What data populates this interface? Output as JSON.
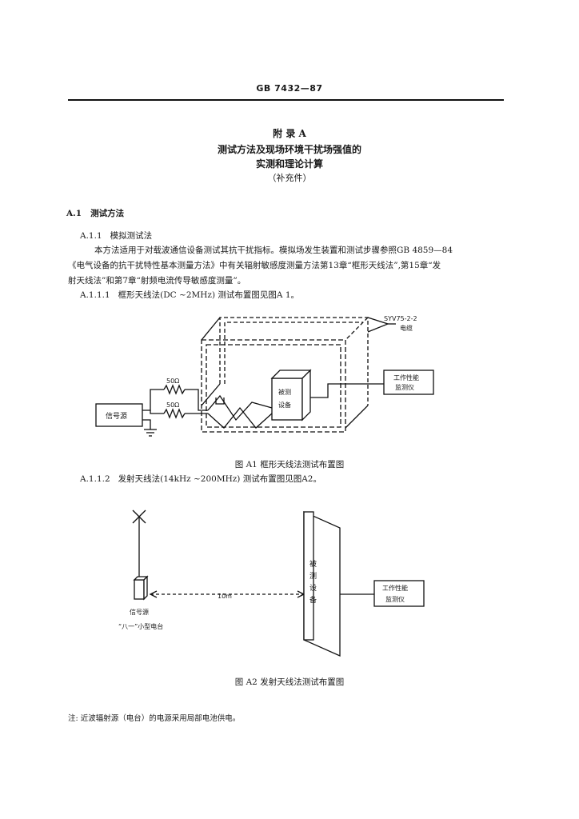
{
  "header": {
    "std_no": "GB 7432—87"
  },
  "appendix": {
    "label": "附 录 A",
    "title1": "测试方法及现场环境干扰场强值的",
    "title2": "实测和理论计算",
    "note": "（补充件）"
  },
  "sec_a1": {
    "num": "A.1",
    "title": "测试方法"
  },
  "sec_a11": {
    "num": "A.1.1",
    "title": "模拟测试法"
  },
  "para1": {
    "line1": "本方法适用于对载波通信设备测试其抗干扰指标。模拟场发生装置和测试步骤参照GB 4859—84",
    "line2": "《电气设备的抗干扰特性基本测量方法》中有关辐射敏感度测量方法第13章“框形天线法”,第15章“发",
    "line3": "射天线法”和第7章“射频电流传导敏感度测量”。"
  },
  "sec_a111": {
    "num": "A.1.1.1",
    "text": "框形天线法(DC ~2MHz) 测试布置图见图A 1。"
  },
  "fig_a1": {
    "cable_label_1": "SYV75-2-2",
    "cable_label_2": "电缆",
    "r1": "50Ω",
    "r2": "50Ω",
    "signal_source": "信号源",
    "dut_1": "被测",
    "dut_2": "设备",
    "monitor_1": "工作性能",
    "monitor_2": "监测仪",
    "caption": "图 A1  框形天线法测试布置图"
  },
  "sec_a112": {
    "num": "A.1.1.2",
    "text": "发射天线法(14kHz ~200MHz) 测试布置图见图A2。"
  },
  "fig_a2": {
    "signal_source": "信号源",
    "radio": "“八一”小型电台",
    "distance": "10m",
    "dut_chars": [
      "被",
      "测",
      "设",
      "备"
    ],
    "monitor_1": "工作性能",
    "monitor_2": "监测仪",
    "caption": "图 A2  发射天线法测试布置图"
  },
  "footnote": "注: 近波辐射源（电台）的电源采用局部电池供电。"
}
